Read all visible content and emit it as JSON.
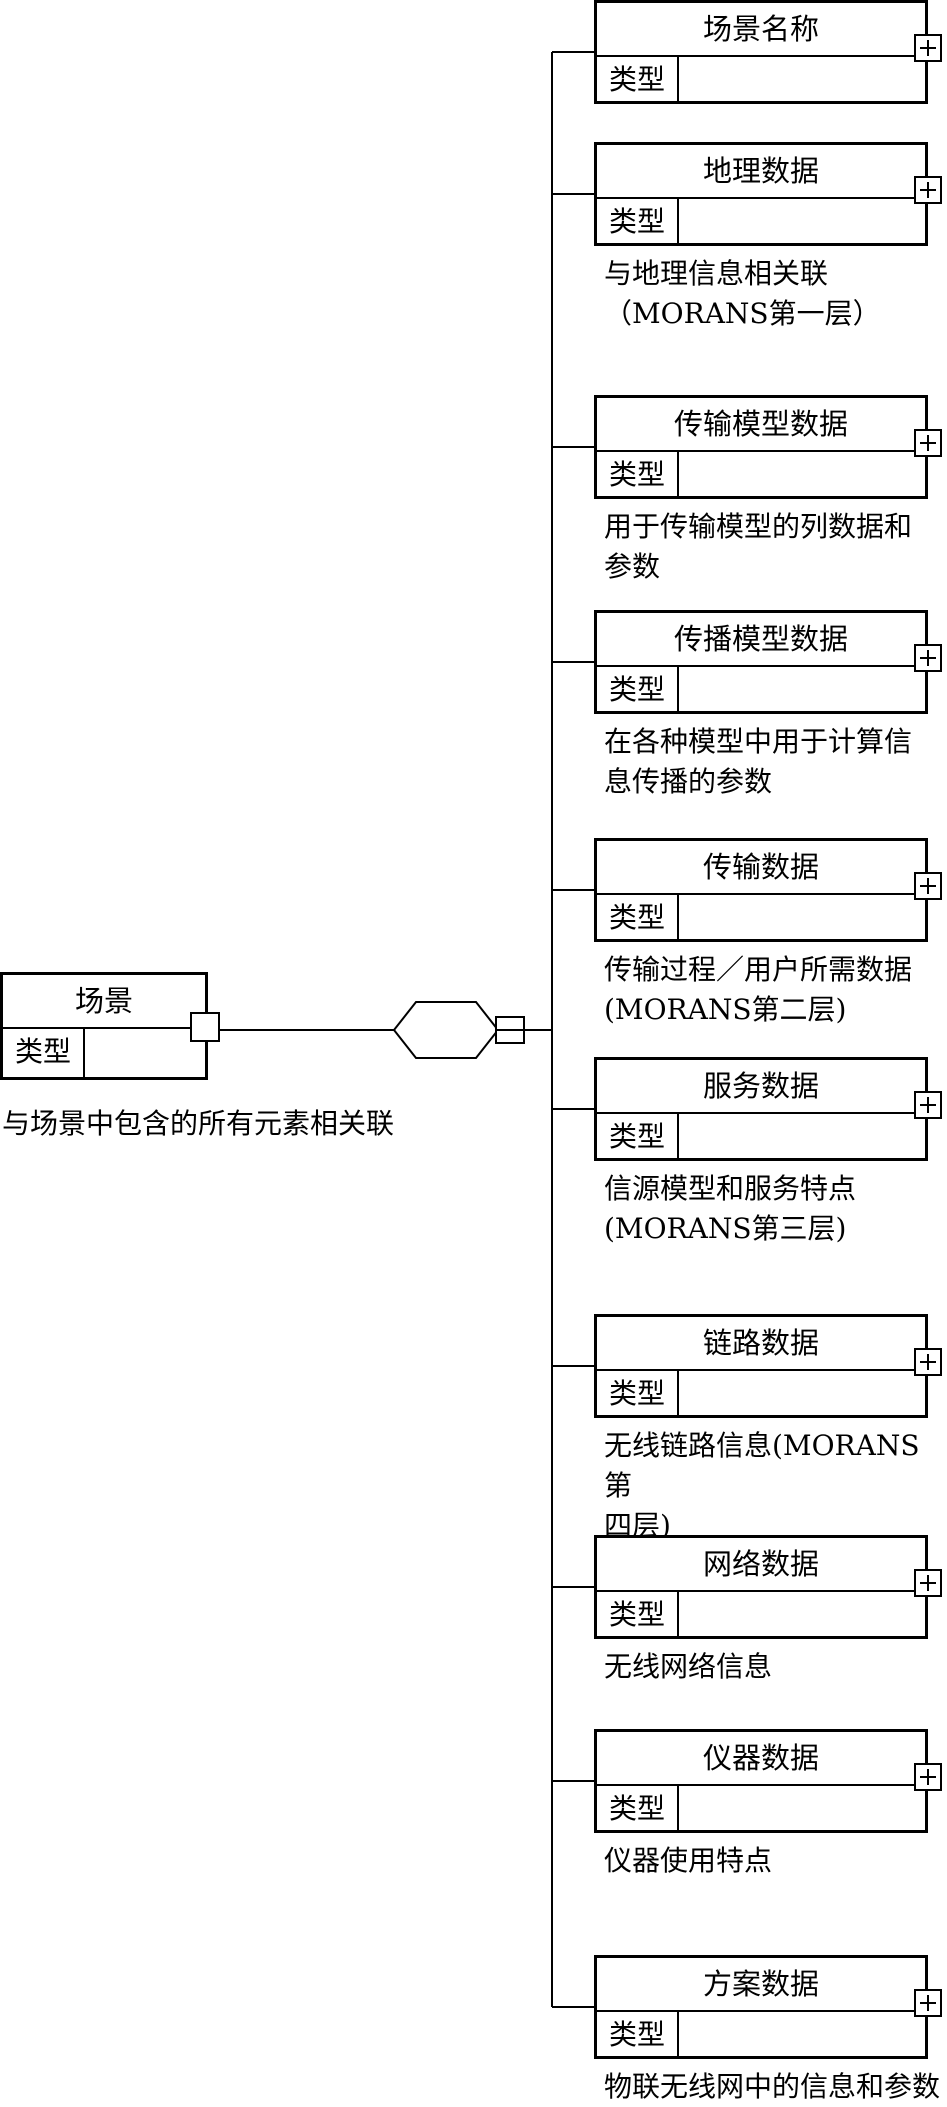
{
  "root": {
    "title": "场景",
    "type_label": "类型",
    "description": "与场景中包含的所有元素相关联"
  },
  "children": [
    {
      "title": "场景名称",
      "type_label": "类型",
      "description": ""
    },
    {
      "title": "地理数据",
      "type_label": "类型",
      "description": "与地理信息相关联\n（MORANS第一层）"
    },
    {
      "title": "传输模型数据",
      "type_label": "类型",
      "description": "用于传输模型的列数据和\n参数"
    },
    {
      "title": "传播模型数据",
      "type_label": "类型",
      "description": "在各种模型中用于计算信\n息传播的参数"
    },
    {
      "title": "传输数据",
      "type_label": "类型",
      "description": "传输过程／用户所需数据\n(MORANS第二层)"
    },
    {
      "title": "服务数据",
      "type_label": "类型",
      "description": "信源模型和服务特点\n(MORANS第三层)"
    },
    {
      "title": "链路数据",
      "type_label": "类型",
      "description": "无线链路信息(MORANS第\n四层)"
    },
    {
      "title": "网络数据",
      "type_label": "类型",
      "description": "无线网络信息"
    },
    {
      "title": "仪器数据",
      "type_label": "类型",
      "description": "仪器使用特点"
    },
    {
      "title": "方案数据",
      "type_label": "类型",
      "description": "物联无线网中的信息和参数"
    }
  ],
  "connector": {
    "type": "sequence-octagon",
    "plus_icon": "plus-icon"
  }
}
